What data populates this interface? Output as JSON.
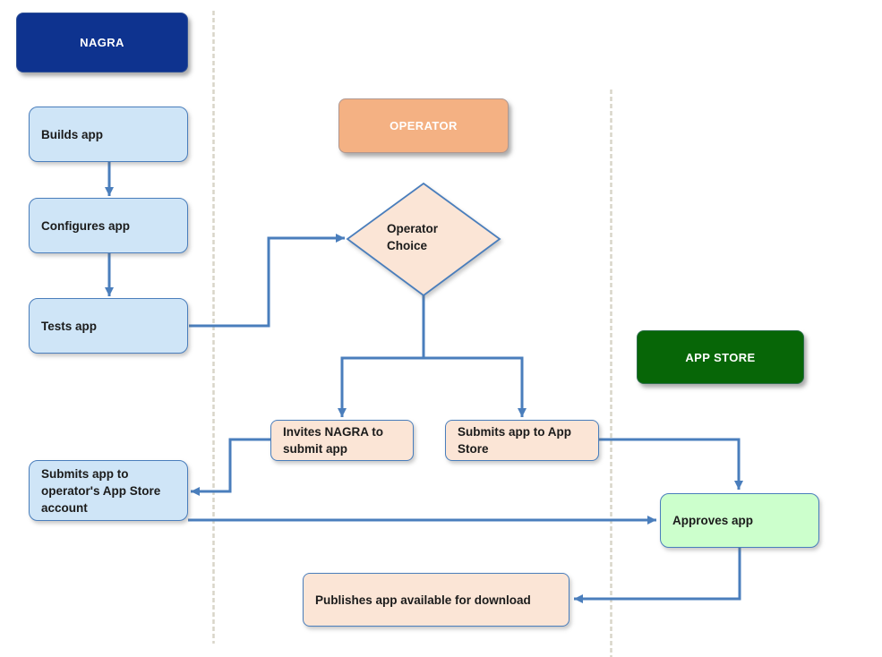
{
  "colors": {
    "nagra_header_bg": "#0e338f",
    "operator_header_bg": "#f4b183",
    "appstore_header_bg": "#076607",
    "header_text": "#ffffff",
    "process_blue_bg": "#cfe5f7",
    "process_peach_bg": "#fbe5d6",
    "process_green_bg": "#ccffcc",
    "node_border": "#4a7ebc",
    "connector": "#4a7ebc",
    "lane_divider": "#d9d5c9"
  },
  "lanes": {
    "nagra": {
      "label": "NAGRA"
    },
    "operator": {
      "label": "OPERATOR"
    },
    "appstore": {
      "label": "APP STORE"
    }
  },
  "nodes": {
    "builds": {
      "label": "Builds app"
    },
    "configures": {
      "label": "Configures app"
    },
    "tests": {
      "label": "Tests app"
    },
    "operator_choice": {
      "label": "Operator Choice"
    },
    "invites": {
      "label": "Invites NAGRA to submit app"
    },
    "submits_appstore": {
      "label": "Submits app to App Store"
    },
    "submits_operator": {
      "label": "Submits app to operator's App Store account"
    },
    "approves": {
      "label": "Approves app"
    },
    "publishes": {
      "label": "Publishes app available for download"
    }
  },
  "edges": [
    {
      "from": "builds",
      "to": "configures"
    },
    {
      "from": "configures",
      "to": "tests"
    },
    {
      "from": "tests",
      "to": "operator_choice"
    },
    {
      "from": "operator_choice",
      "to": "invites"
    },
    {
      "from": "operator_choice",
      "to": "submits_appstore"
    },
    {
      "from": "invites",
      "to": "submits_operator"
    },
    {
      "from": "submits_appstore",
      "to": "approves"
    },
    {
      "from": "submits_operator",
      "to": "approves"
    },
    {
      "from": "approves",
      "to": "publishes"
    }
  ]
}
